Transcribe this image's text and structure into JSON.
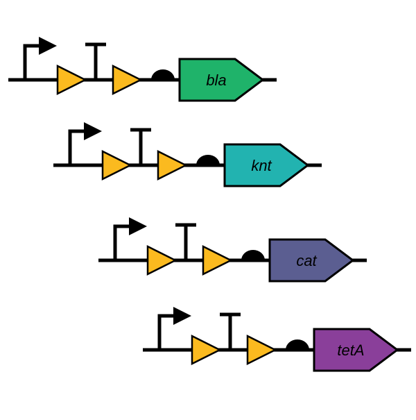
{
  "constructs": [
    {
      "gene": "bla",
      "color": "#1fb36a",
      "parts": [
        "promoter-icon",
        "sbol-component-icon",
        "terminator-icon",
        "sbol-component-icon",
        "rbs-icon",
        "cds-icon"
      ]
    },
    {
      "gene": "knt",
      "color": "#22b3b0",
      "parts": [
        "promoter-icon",
        "sbol-component-icon",
        "terminator-icon",
        "sbol-component-icon",
        "rbs-icon",
        "cds-icon"
      ]
    },
    {
      "gene": "cat",
      "color": "#5b5e91",
      "parts": [
        "promoter-icon",
        "sbol-component-icon",
        "terminator-icon",
        "sbol-component-icon",
        "rbs-icon",
        "cds-icon"
      ]
    },
    {
      "gene": "tetA",
      "color": "#8a3f9a",
      "parts": [
        "promoter-icon",
        "sbol-component-icon",
        "terminator-icon",
        "sbol-component-icon",
        "rbs-icon",
        "cds-icon"
      ]
    }
  ],
  "colors": {
    "stroke": "#000000",
    "part_fill": "#fbba1f"
  }
}
